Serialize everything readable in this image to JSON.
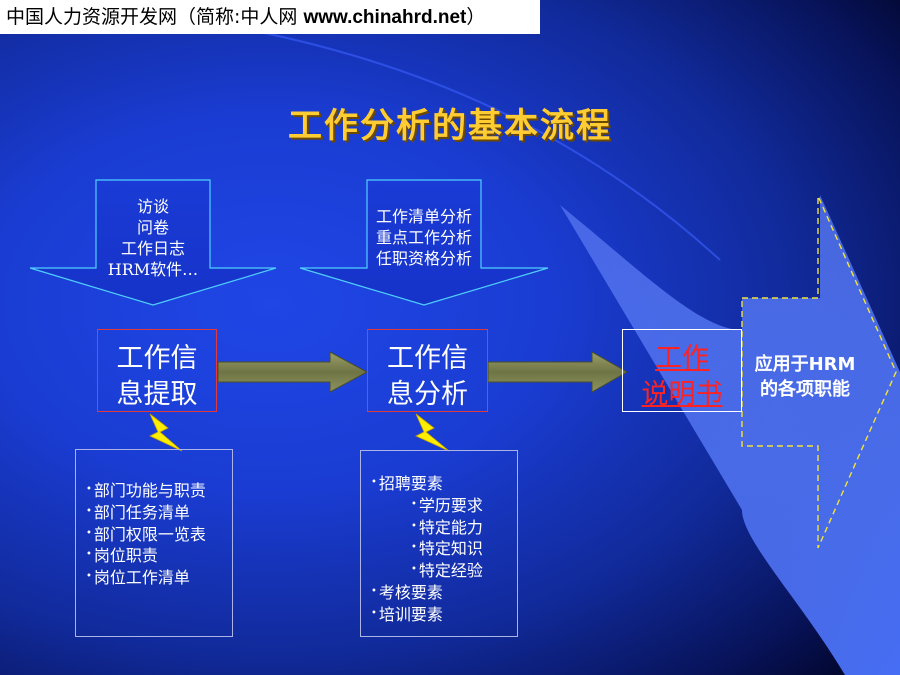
{
  "header": {
    "prefix": "中国人力资源开发网（简称:中人网 ",
    "site": "www.chinahrd.net",
    "suffix": "）"
  },
  "title": "工作分析的基本流程",
  "methods": [
    "访谈",
    "问卷",
    "工作日志",
    "HRM软件…"
  ],
  "analysis_tools": [
    "工作清单分析",
    "重点工作分析",
    "任职资格分析"
  ],
  "stages": [
    {
      "line1": "工作信",
      "line2": "息提取"
    },
    {
      "line1": "工作信",
      "line2": "息分析"
    },
    {
      "line1": "工作",
      "line2": "说明书"
    }
  ],
  "hrm": {
    "line1": "应用于HRM",
    "line2": "的各项职能"
  },
  "extraction_items": [
    "部门功能与职责",
    "部门任务清单",
    "部门权限一览表",
    "岗位职责",
    "岗位工作清单"
  ],
  "analysis_items": [
    "招聘要素",
    "学历要求",
    "特定能力",
    "特定知识",
    "特定经验",
    "考核要素",
    "培训要素"
  ],
  "colors": {
    "background": "#1f46e6",
    "title": "#ffcc33",
    "stage_border": "#e23a3a",
    "document_text": "#ff2222",
    "lightning": "#ffee00",
    "hrm_arrow": "#3f6bff"
  }
}
